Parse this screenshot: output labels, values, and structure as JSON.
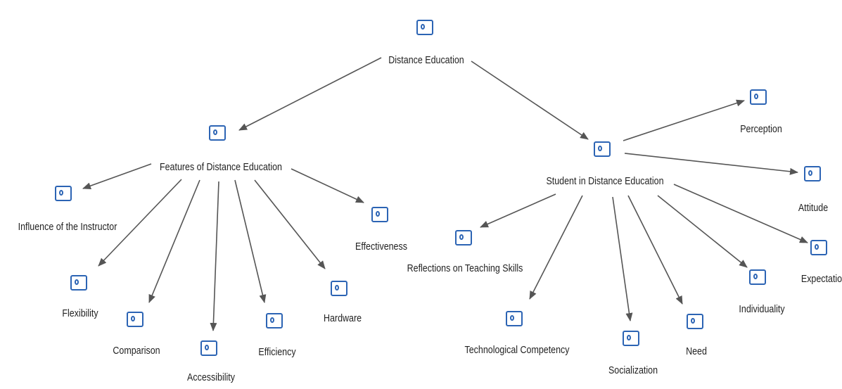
{
  "diagram": {
    "nodes": [
      {
        "id": "distance-education",
        "label": "Distance Education"
      },
      {
        "id": "features-of-distance-education",
        "label": "Features of Distance Education"
      },
      {
        "id": "student-in-distance-education",
        "label": "Student in Distance Education"
      },
      {
        "id": "influence-of-the-instructor",
        "label": "Influence of the Instructor"
      },
      {
        "id": "flexibility",
        "label": "Flexibility"
      },
      {
        "id": "comparison",
        "label": "Comparison"
      },
      {
        "id": "accessibility",
        "label": "Accessibility"
      },
      {
        "id": "efficiency",
        "label": "Efficiency"
      },
      {
        "id": "hardware",
        "label": "Hardware"
      },
      {
        "id": "effectiveness",
        "label": "Effectiveness"
      },
      {
        "id": "reflections-on-teaching-skills",
        "label": "Reflections on Teaching Skills"
      },
      {
        "id": "technological-competency",
        "label": "Technological Competency"
      },
      {
        "id": "socialization",
        "label": "Socialization"
      },
      {
        "id": "need",
        "label": "Need"
      },
      {
        "id": "individuality",
        "label": "Individuality"
      },
      {
        "id": "expectation",
        "label": "Expectatio"
      },
      {
        "id": "attitude",
        "label": "Attitude"
      },
      {
        "id": "perception",
        "label": "Perception"
      }
    ],
    "edges": [
      {
        "from": "distance-education",
        "to": "features-of-distance-education"
      },
      {
        "from": "distance-education",
        "to": "student-in-distance-education"
      },
      {
        "from": "features-of-distance-education",
        "to": "influence-of-the-instructor"
      },
      {
        "from": "features-of-distance-education",
        "to": "flexibility"
      },
      {
        "from": "features-of-distance-education",
        "to": "comparison"
      },
      {
        "from": "features-of-distance-education",
        "to": "accessibility"
      },
      {
        "from": "features-of-distance-education",
        "to": "efficiency"
      },
      {
        "from": "features-of-distance-education",
        "to": "hardware"
      },
      {
        "from": "features-of-distance-education",
        "to": "effectiveness"
      },
      {
        "from": "student-in-distance-education",
        "to": "perception"
      },
      {
        "from": "student-in-distance-education",
        "to": "attitude"
      },
      {
        "from": "student-in-distance-education",
        "to": "expectation"
      },
      {
        "from": "student-in-distance-education",
        "to": "individuality"
      },
      {
        "from": "student-in-distance-education",
        "to": "need"
      },
      {
        "from": "student-in-distance-education",
        "to": "socialization"
      },
      {
        "from": "student-in-distance-education",
        "to": "technological-competency"
      },
      {
        "from": "student-in-distance-education",
        "to": "reflections-on-teaching-skills"
      }
    ],
    "colors": {
      "icon": "#2c64b4",
      "arrow": "#555555",
      "text": "#222222"
    }
  }
}
